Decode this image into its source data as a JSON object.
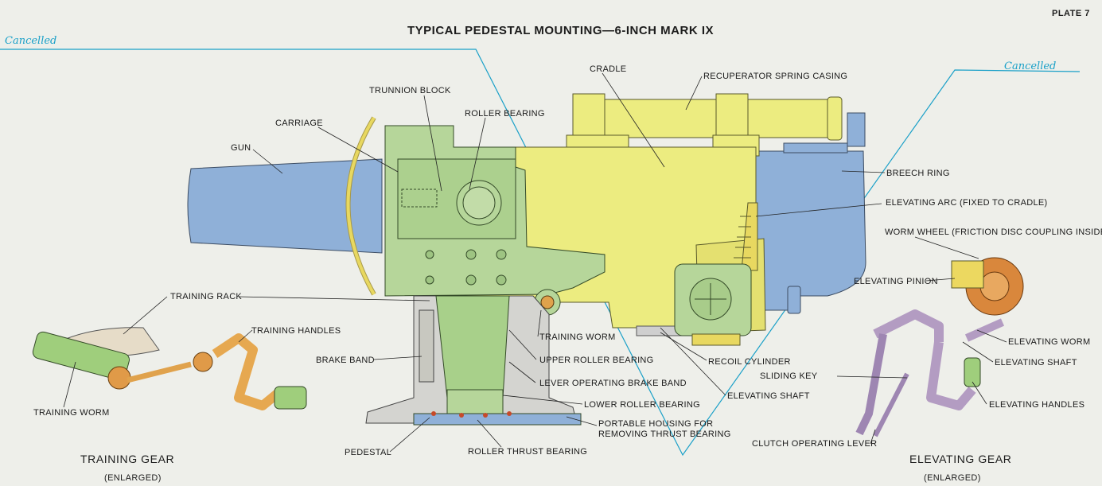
{
  "plate": "PLATE 7",
  "title": "TYPICAL PEDESTAL MOUNTING—6-INCH MARK IX",
  "stamps": {
    "left": "Cancelled",
    "right": "Cancelled"
  },
  "labels": {
    "cradle": "CRADLE",
    "recuperator": "RECUPERATOR SPRING CASING",
    "trunnion_block": "TRUNNION BLOCK",
    "roller_bearing": "ROLLER BEARING",
    "carriage": "CARRIAGE",
    "gun": "GUN",
    "breech_ring": "BREECH RING",
    "elevating_arc": "ELEVATING ARC (FIXED TO CRADLE)",
    "worm_wheel": "WORM WHEEL (FRICTION DISC COUPLING INSIDE)",
    "elevating_pinion": "ELEVATING PINION",
    "training_rack": "TRAINING RACK",
    "training_handles": "TRAINING HANDLES",
    "training_worm_main": "TRAINING WORM",
    "brake_band": "BRAKE BAND",
    "upper_roller_bearing": "UPPER ROLLER BEARING",
    "recoil_cylinder": "RECOIL CYLINDER",
    "lever_operating_brake_band": "LEVER OPERATING BRAKE BAND",
    "lower_roller_bearing": "LOWER ROLLER BEARING",
    "elevating_shaft_main": "ELEVATING SHAFT",
    "portable_housing_1": "PORTABLE HOUSING FOR",
    "portable_housing_2": "REMOVING THRUST BEARING",
    "pedestal": "PEDESTAL",
    "roller_thrust_bearing": "ROLLER THRUST BEARING",
    "training_worm_detail": "TRAINING WORM",
    "elevating_worm": "ELEVATING WORM",
    "elevating_shaft_detail": "ELEVATING SHAFT",
    "sliding_key": "SLIDING KEY",
    "elevating_handles": "ELEVATING HANDLES",
    "clutch_operating_lever": "CLUTCH OPERATING LEVER"
  },
  "captions": {
    "training_gear": "TRAINING GEAR",
    "training_gear_sub": "(ENLARGED)",
    "elevating_gear": "ELEVATING GEAR",
    "elevating_gear_sub": "(ENLARGED)"
  },
  "colors": {
    "background": "#eeefea",
    "gun_blue": "#8fb0d8",
    "carriage_green": "#b6d69a",
    "cradle_yellow": "#ecec80",
    "pedestal_grey": "#cfcfcf",
    "mechanism_lilac": "#b39cc2",
    "training_orange": "#e0a24c",
    "gear_orange": "#d9873c",
    "stamp_blue": "#1aa0c8"
  }
}
